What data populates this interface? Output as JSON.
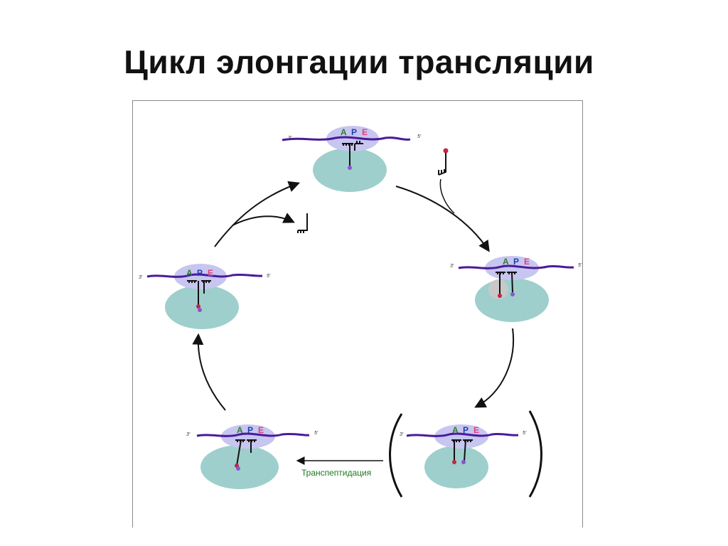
{
  "title": "Цикл элонгации трансляции",
  "colors": {
    "ribosome_small": "#c7c6f0",
    "ribosome_large": "#9ecfcc",
    "mrna": "#4a1a9a",
    "trna": "#111111",
    "peptide_red": "#c0254a",
    "peptide_violet": "#8a55d0",
    "site_A": "#2e7d32",
    "site_P": "#1f3fb0",
    "site_E": "#e0407a",
    "label_green": "#1b7a1b"
  },
  "sites": {
    "A": "A",
    "P": "P",
    "E": "E"
  },
  "ends": {
    "three": "3'",
    "five": "5'"
  },
  "transpeptidation_label": "Транспептидация"
}
